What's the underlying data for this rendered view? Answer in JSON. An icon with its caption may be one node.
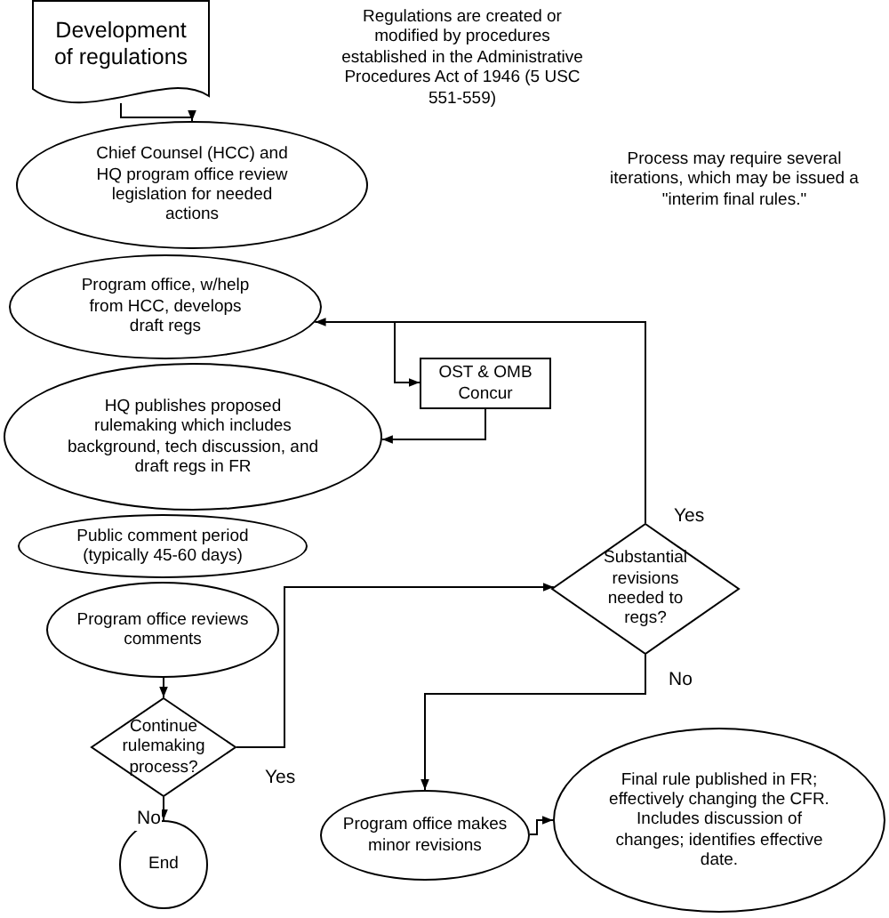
{
  "diagram": {
    "nodes": [
      {
        "text": [
          "Development of regulations"
        ]
      },
      {
        "text": [
          "Chief Counsel (HCC) and HQ program office review legislation for needed actions"
        ]
      },
      {
        "text": [
          "Program office, w/help from HCC, develops draft regs"
        ]
      },
      {
        "text": [
          "OST & OMB Concur"
        ]
      },
      {
        "text": [
          "HQ publishes proposed rulemaking which includes background, tech discussion, and draft regs in FR"
        ]
      },
      {
        "text": [
          "Public comment period (typically 45-60 days)"
        ]
      },
      {
        "text": [
          "Program office reviews comments"
        ]
      },
      {
        "text": [
          "Continue rulemaking process?"
        ]
      },
      {
        "text": [
          "End"
        ]
      },
      {
        "text": [
          "Substantial revisions needed to regs?"
        ]
      },
      {
        "text": [
          "Program office makes minor revisions"
        ]
      },
      {
        "text": [
          "Final rule published in FR; effectively changing the CFR. Includes discussion of changes; identifies effective date."
        ]
      }
    ],
    "edges": [
      {
        "from": 0,
        "to": 1,
        "arrow": "to"
      },
      {
        "from": 9,
        "to": 2,
        "arrow": "to",
        "label": "Yes"
      },
      {
        "from": 2,
        "to": 3,
        "arrow": "to"
      },
      {
        "from": 3,
        "to": 4,
        "arrow": "to"
      },
      {
        "from": 6,
        "to": 7,
        "arrow": "to"
      },
      {
        "from": 7,
        "to": 9,
        "arrow": "to",
        "label": "Yes"
      },
      {
        "from": 7,
        "to": 8,
        "arrow": "to",
        "label": "No"
      },
      {
        "from": 9,
        "to": 10,
        "arrow": "to",
        "label": "No"
      },
      {
        "from": 10,
        "to": 11,
        "arrow": "to"
      }
    ],
    "labels": [
      "Regulations are created or modified by procedures established in the Administrative Procedures Act of 1946 (5 USC 551-559)",
      "Process may require several iterations, which may be issued a \"interim final rules.\""
    ]
  }
}
